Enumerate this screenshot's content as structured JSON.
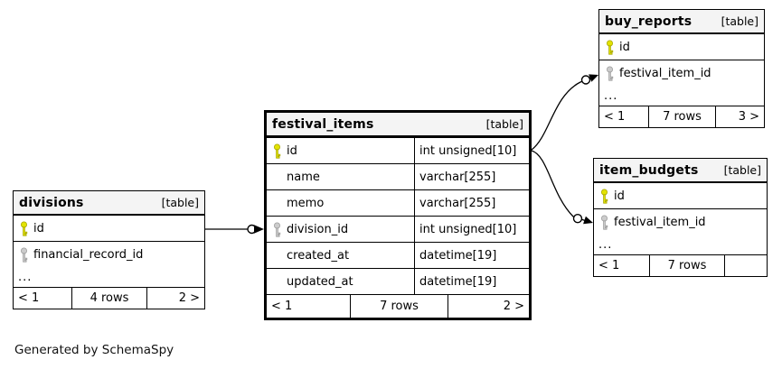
{
  "diagram": {
    "generator_note": "Generated by SchemaSpy"
  },
  "colors": {
    "header-bg": "#f4f4f4",
    "table-bg": "#ffffff",
    "border": "#000000",
    "pk-fill": "#e3e300",
    "pk-stroke": "#a8a800",
    "fk-fill": "#cccccc",
    "fk-stroke": "#9e9e9e"
  },
  "tables": {
    "divisions": {
      "name": "divisions",
      "tag": "[table]",
      "columns": [
        {
          "name": "id",
          "key": "primary"
        },
        {
          "name": "financial_record_id",
          "key": "foreign"
        }
      ],
      "more": "...",
      "footer": {
        "parents": "< 1",
        "rows": "4 rows",
        "children": "2 >"
      }
    },
    "festival_items": {
      "name": "festival_items",
      "tag": "[table]",
      "columns": [
        {
          "name": "id",
          "type": "int unsigned[10]",
          "key": "primary"
        },
        {
          "name": "name",
          "type": "varchar[255]",
          "key": "none"
        },
        {
          "name": "memo",
          "type": "varchar[255]",
          "key": "none"
        },
        {
          "name": "division_id",
          "type": "int unsigned[10]",
          "key": "foreign"
        },
        {
          "name": "created_at",
          "type": "datetime[19]",
          "key": "none"
        },
        {
          "name": "updated_at",
          "type": "datetime[19]",
          "key": "none"
        }
      ],
      "footer": {
        "parents": "< 1",
        "rows": "7 rows",
        "children": "2 >"
      }
    },
    "buy_reports": {
      "name": "buy_reports",
      "tag": "[table]",
      "columns": [
        {
          "name": "id",
          "key": "primary"
        },
        {
          "name": "festival_item_id",
          "key": "foreign"
        }
      ],
      "more": "...",
      "footer": {
        "parents": "< 1",
        "rows": "7 rows",
        "children": "3 >"
      }
    },
    "item_budgets": {
      "name": "item_budgets",
      "tag": "[table]",
      "columns": [
        {
          "name": "id",
          "key": "primary"
        },
        {
          "name": "festival_item_id",
          "key": "foreign"
        }
      ],
      "more": "...",
      "footer": {
        "parents": "< 1",
        "rows": "7 rows",
        "children": ""
      }
    }
  },
  "relationships": [
    {
      "from": "divisions.id",
      "to": "festival_items.division_id"
    },
    {
      "from": "festival_items.id",
      "to": "buy_reports.festival_item_id"
    },
    {
      "from": "festival_items.id",
      "to": "item_budgets.festival_item_id"
    }
  ]
}
